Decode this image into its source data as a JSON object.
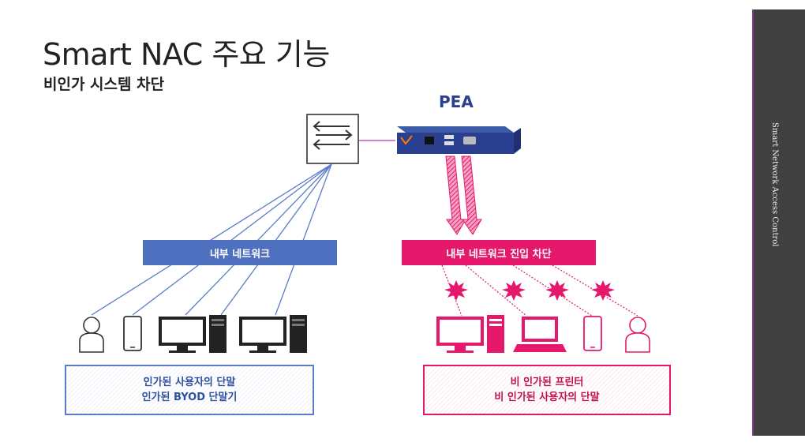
{
  "title": "Smart NAC 주요 기능",
  "subtitle": "비인가 시스템 차단",
  "sidebar_text": "Smart Network Access Control",
  "pea_label": "PEA",
  "internal_network_label": "내부 네트워크",
  "block_label": "내부 네트워크 진입 차단",
  "authorized_box": {
    "line1": "인가된 사용자의 단말",
    "line2": "인가된 BYOD 단말기"
  },
  "unauthorized_box": {
    "line1": "비 인가된 프린터",
    "line2": "비 인가된 사용자의 단말"
  },
  "colors": {
    "blue": "#4f6fbf",
    "red": "#e6186b",
    "sidebar": "#404040"
  },
  "icons": {
    "switch": "network-switch-icon",
    "appliance": "pea-appliance-icon",
    "user": "user-icon",
    "phone": "smartphone-icon",
    "desktop": "desktop-computer-icon",
    "laptop": "laptop-icon",
    "block": "block-burst-icon",
    "arrow": "down-arrow-icon"
  }
}
